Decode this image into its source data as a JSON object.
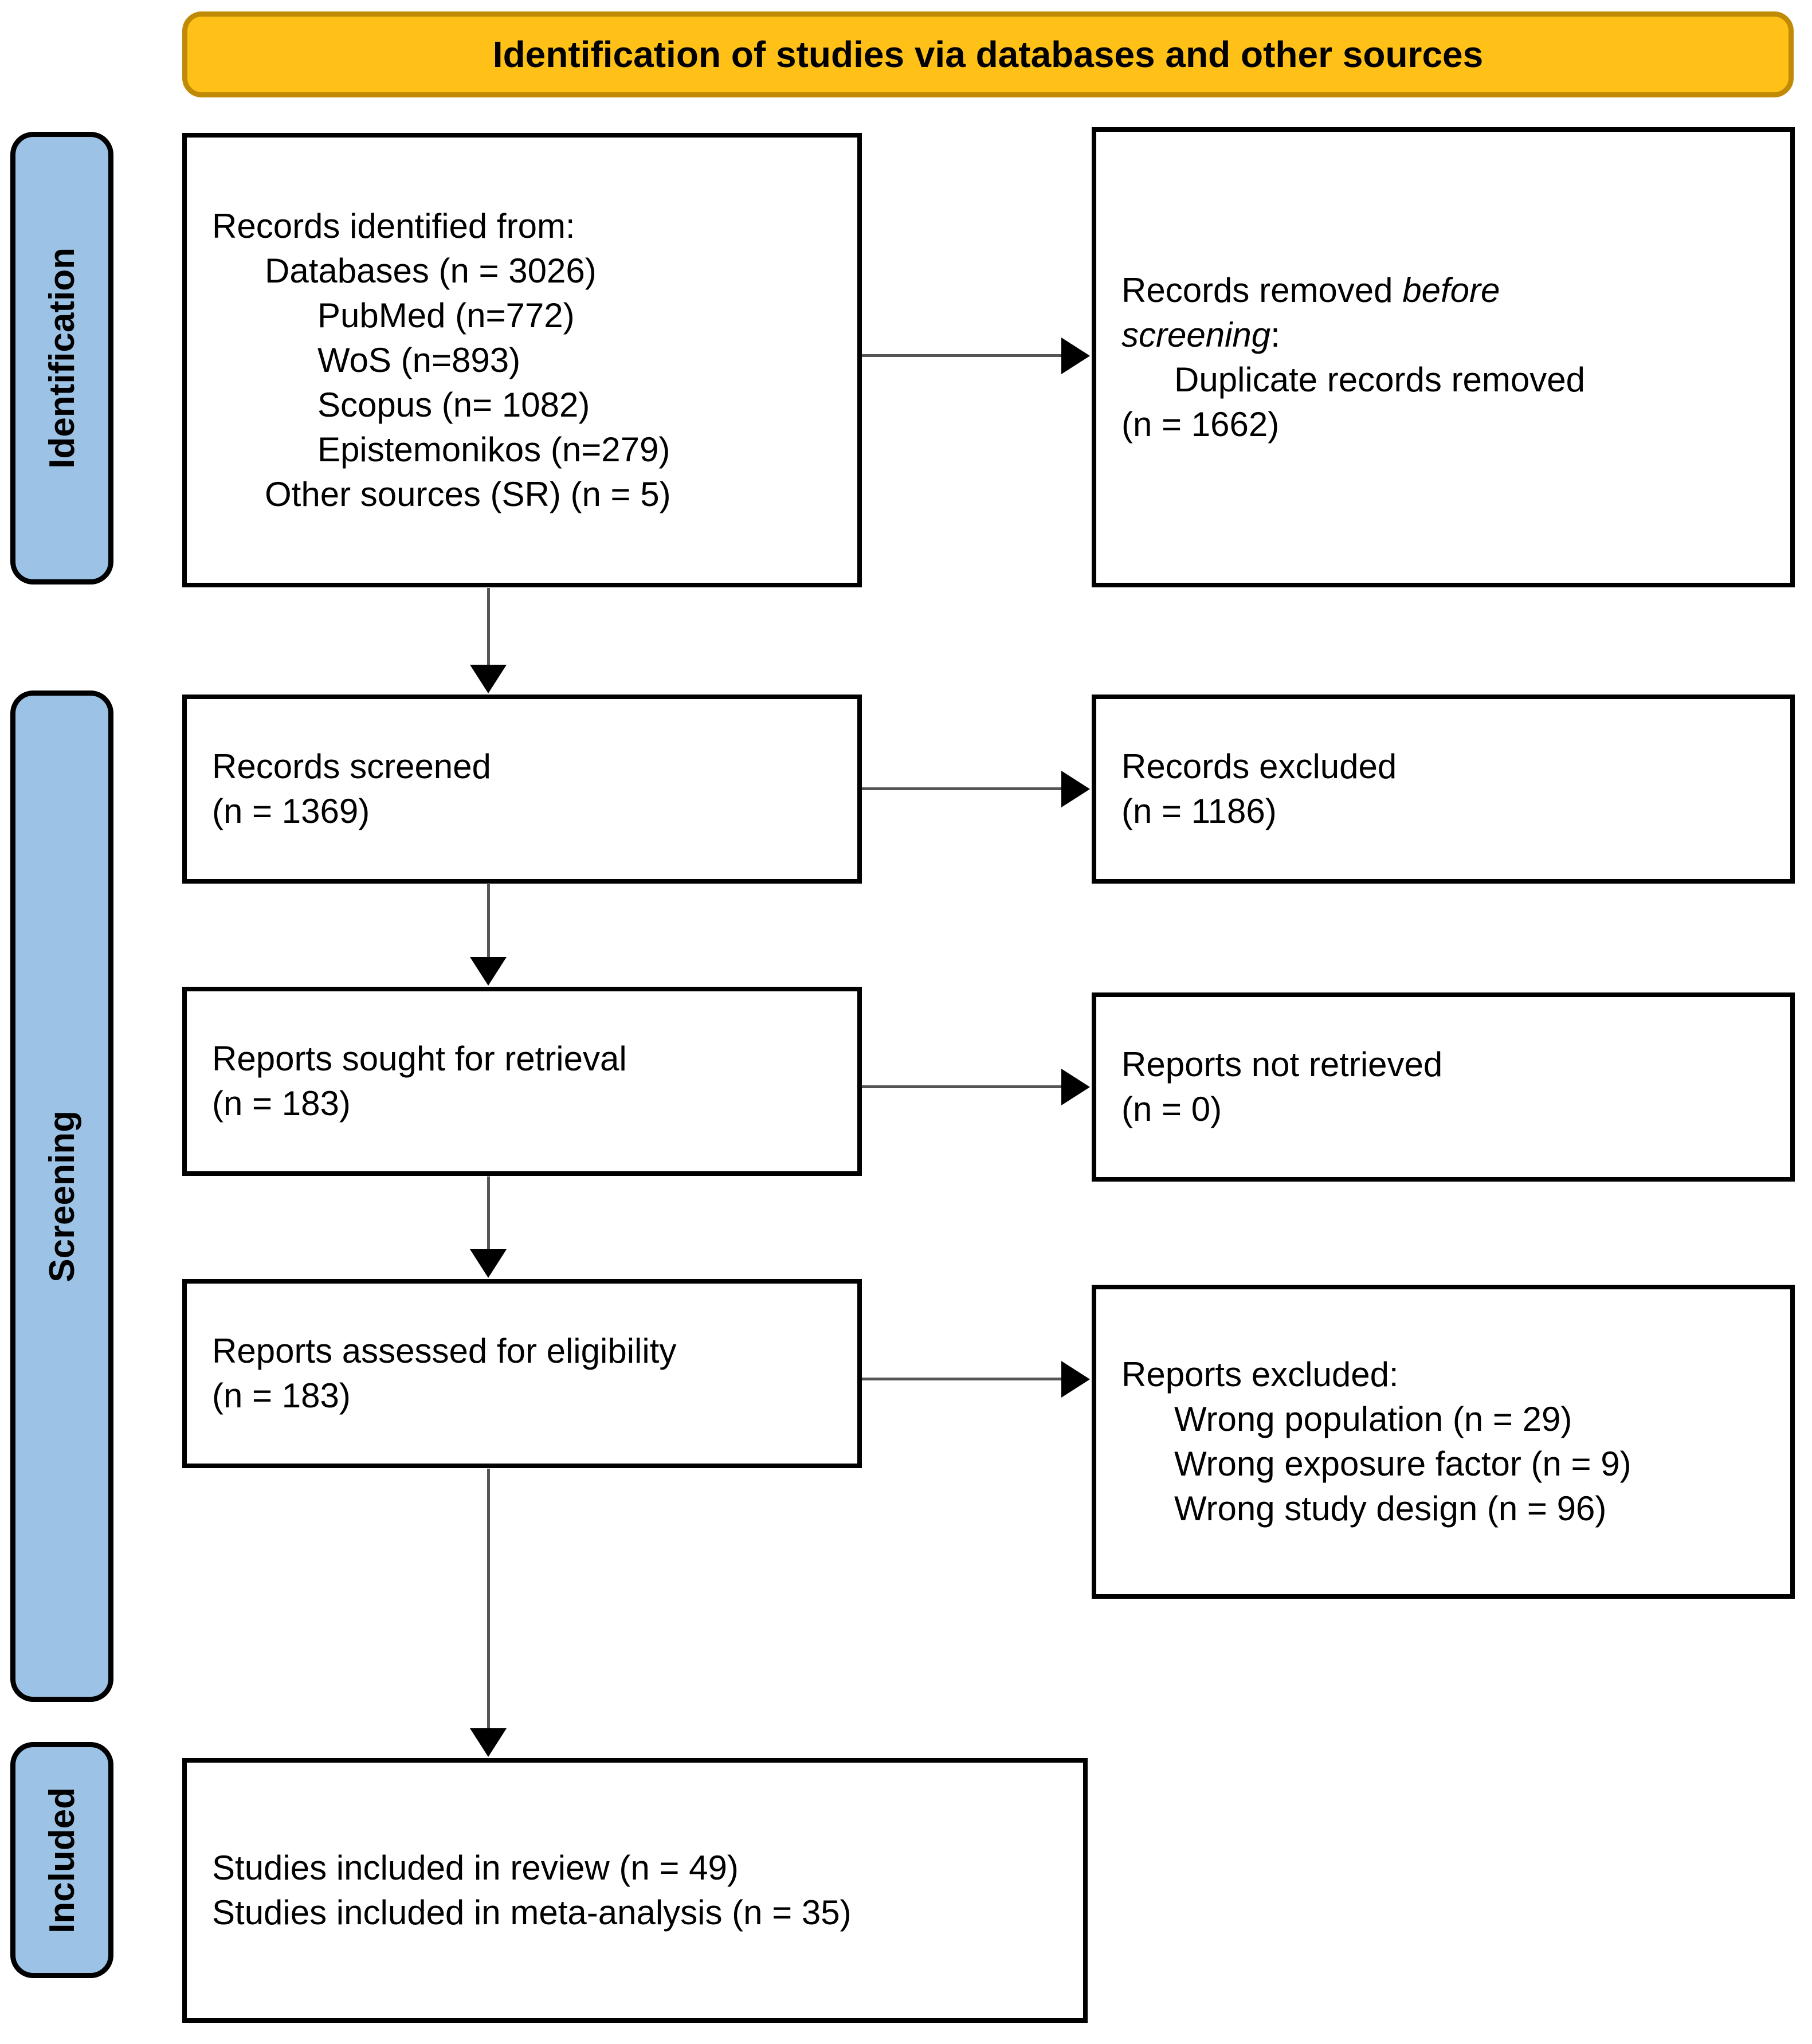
{
  "header": {
    "title": "Identification of studies via databases and other sources",
    "bg_color": "#FFC117",
    "border_color": "#C08A05"
  },
  "phases": {
    "band_color": "#9CC3E5",
    "identification": "Identification",
    "screening": "Screening",
    "included": "Included"
  },
  "boxes": {
    "identified": {
      "l0": "Records identified from:",
      "l1": "Databases (n = 3026)",
      "l2": "PubMed (n=772)",
      "l3": "WoS (n=893)",
      "l4": "Scopus (n= 1082)",
      "l5": "Epistemonikos (n=279)",
      "l6": "Other sources (SR) (n = 5)"
    },
    "removed": {
      "l0a": "Records removed ",
      "l0b": "before",
      "l1a": "screening",
      "l1b": ":",
      "l2": "Duplicate records removed",
      "l3": "(n = 1662)"
    },
    "screened": {
      "l0": "Records screened",
      "l1": "(n = 1369)"
    },
    "excluded_records": {
      "l0": "Records excluded",
      "l1": "(n = 1186)"
    },
    "sought": {
      "l0": "Reports sought for retrieval",
      "l1": "(n = 183)"
    },
    "not_retrieved": {
      "l0": "Reports not retrieved",
      "l1": "(n = 0)"
    },
    "assessed": {
      "l0": "Reports assessed for eligibility",
      "l1": "(n = 183)"
    },
    "excluded_reports": {
      "l0": "Reports excluded:",
      "l1": "Wrong population (n = 29)",
      "l2": "Wrong exposure factor (n = 9)",
      "l3": "Wrong study design (n = 96)"
    },
    "included": {
      "l0": "Studies included in review (n = 49)",
      "l1": "Studies included in meta-analysis (n = 35)"
    }
  },
  "chart_data": {
    "type": "diagram",
    "title": "Identification of studies via databases and other sources",
    "nodes": [
      {
        "id": "identified",
        "phase": "Identification",
        "label": "Records identified from",
        "values": {
          "Databases": 3026,
          "PubMed": 772,
          "WoS": 893,
          "Scopus": 1082,
          "Epistemonikos": 279,
          "Other sources (SR)": 5
        }
      },
      {
        "id": "removed",
        "phase": "Identification",
        "label": "Records removed before screening: Duplicate records removed",
        "values": {
          "Duplicate records removed": 1662
        }
      },
      {
        "id": "screened",
        "phase": "Screening",
        "label": "Records screened",
        "values": {
          "n": 1369
        }
      },
      {
        "id": "excluded_records",
        "phase": "Screening",
        "label": "Records excluded",
        "values": {
          "n": 1186
        }
      },
      {
        "id": "sought",
        "phase": "Screening",
        "label": "Reports sought for retrieval",
        "values": {
          "n": 183
        }
      },
      {
        "id": "not_retrieved",
        "phase": "Screening",
        "label": "Reports not retrieved",
        "values": {
          "n": 0
        }
      },
      {
        "id": "assessed",
        "phase": "Screening",
        "label": "Reports assessed for eligibility",
        "values": {
          "n": 183
        }
      },
      {
        "id": "excluded_reports",
        "phase": "Screening",
        "label": "Reports excluded",
        "values": {
          "Wrong population": 29,
          "Wrong exposure factor": 9,
          "Wrong study design": 96
        }
      },
      {
        "id": "included",
        "phase": "Included",
        "label": "Studies included",
        "values": {
          "review": 49,
          "meta-analysis": 35
        }
      }
    ],
    "edges": [
      {
        "from": "identified",
        "to": "removed"
      },
      {
        "from": "identified",
        "to": "screened"
      },
      {
        "from": "screened",
        "to": "excluded_records"
      },
      {
        "from": "screened",
        "to": "sought"
      },
      {
        "from": "sought",
        "to": "not_retrieved"
      },
      {
        "from": "sought",
        "to": "assessed"
      },
      {
        "from": "assessed",
        "to": "excluded_reports"
      },
      {
        "from": "assessed",
        "to": "included"
      }
    ]
  }
}
